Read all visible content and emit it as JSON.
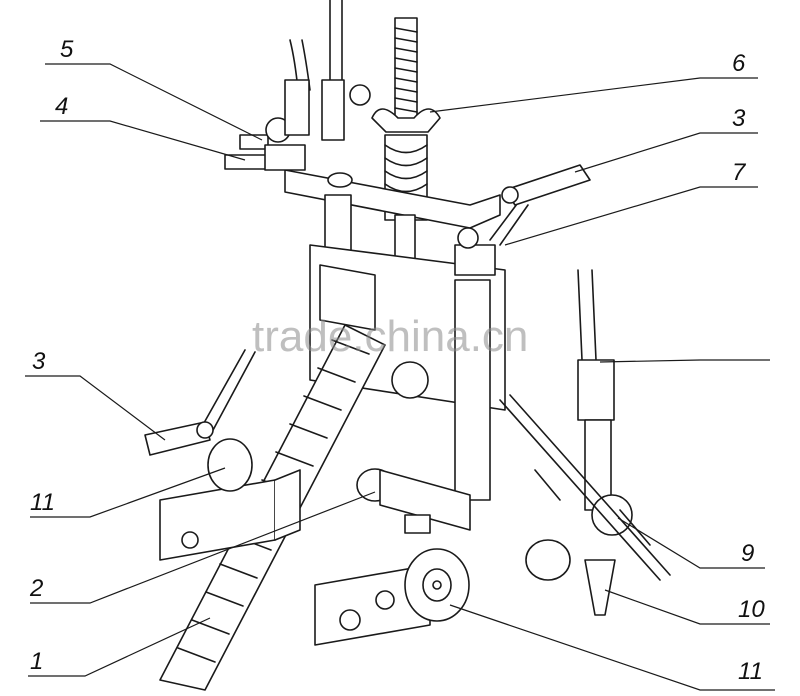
{
  "callouts": {
    "c5": "5",
    "c4": "4",
    "c6": "6",
    "c3_right": "3",
    "c7": "7",
    "c3_left": "3",
    "c11_left": "11",
    "c2": "2",
    "c1": "1",
    "c9": "9",
    "c10": "10",
    "c11_bottom": "11"
  },
  "watermark": "trade.china.cn",
  "colors": {
    "line": "#1a1a1a",
    "fill": "#ffffff",
    "watermark": "#8c8c8c"
  }
}
